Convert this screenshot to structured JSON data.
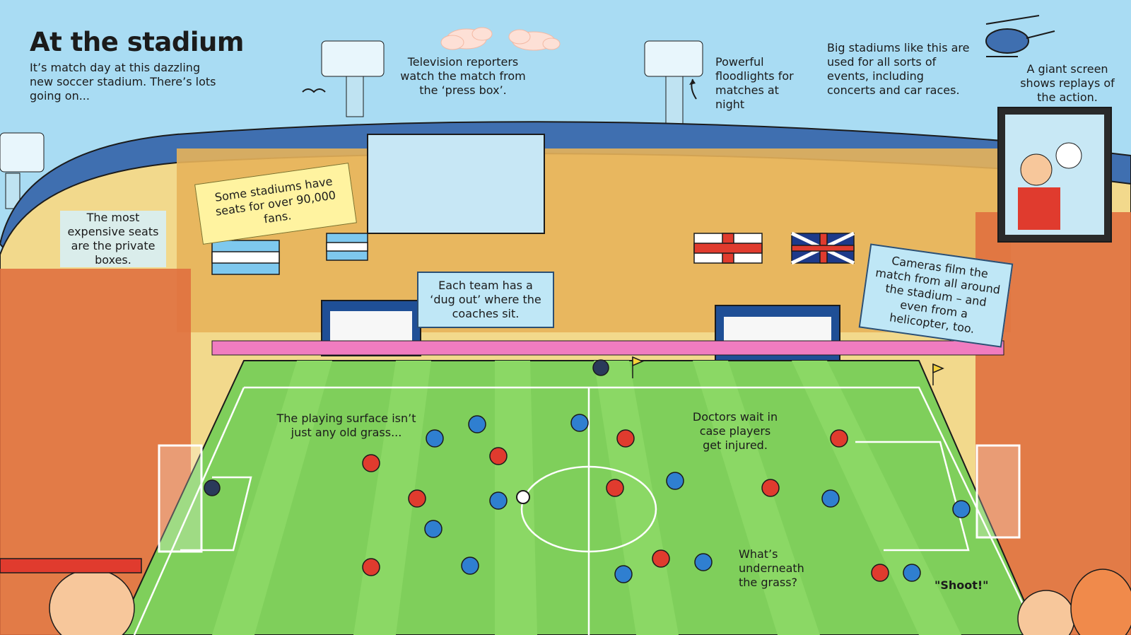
{
  "title": "At the stadium",
  "intro": "It’s match day at this dazzling new soccer stadium. There’s lots going on...",
  "labels": {
    "press_box": "Television reporters watch the match from the ‘press box’.",
    "floodlights": "Powerful floodlights for matches at night",
    "big_stadiums": "Big stadiums like this are used for all sorts of events, including concerts and car races.",
    "giant_screen": "A giant screen shows replays of the action.",
    "private_boxes": "The most expensive seats are the private boxes.",
    "seats": "Some stadiums have seats for over 90,000 fans.",
    "dug_out": "Each team has a ‘dug out’ where the coaches sit.",
    "cameras": "Cameras film the match from all around the stadium – and even from a helicopter, too.",
    "playing_surface": "The playing surface isn’t just any old grass...",
    "doctors": "Doctors wait in case players get injured.",
    "underneath": "What’s underneath the grass?",
    "shoot": "\"Shoot!\""
  },
  "colors": {
    "sky": "#a9dcf3",
    "pitch": "#7fcf5b",
    "pitch_stripe": "#8bd865",
    "stand": "#f2d98c",
    "roof": "#3f6fb0",
    "team_red": "#e03b2e",
    "team_blue": "#2f7fd0",
    "team_yellow": "#f5d23a"
  }
}
